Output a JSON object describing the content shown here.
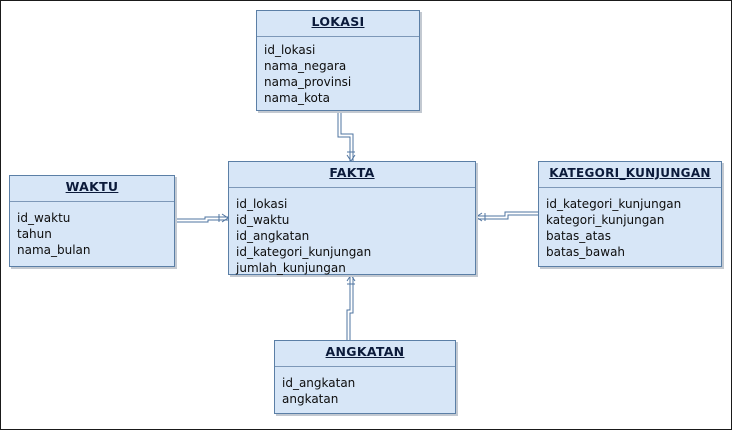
{
  "entities": {
    "lokasi": {
      "title": "LOKASI",
      "fields": [
        "id_lokasi",
        "nama_negara",
        "nama_provinsi",
        "nama_kota"
      ]
    },
    "fakta": {
      "title": "FAKTA",
      "fields": [
        "id_lokasi",
        "id_waktu",
        "id_angkatan",
        "id_kategori_kunjungan",
        "jumlah_kunjungan"
      ]
    },
    "waktu": {
      "title": "WAKTU",
      "fields": [
        "id_waktu",
        "tahun",
        "nama_bulan"
      ]
    },
    "kategori": {
      "title": "KATEGORI_KUNJUNGAN",
      "fields": [
        "id_kategori_kunjungan",
        "kategori_kunjungan",
        "batas_atas",
        "batas_bawah"
      ]
    },
    "angkatan": {
      "title": "ANGKATAN",
      "fields": [
        "id_angkatan",
        "angkatan"
      ]
    }
  },
  "relationships": [
    {
      "from": "lokasi",
      "to": "fakta",
      "cardinality": "one-to-many"
    },
    {
      "from": "waktu",
      "to": "fakta",
      "cardinality": "one-to-many"
    },
    {
      "from": "kategori",
      "to": "fakta",
      "cardinality": "one-to-many"
    },
    {
      "from": "angkatan",
      "to": "fakta",
      "cardinality": "one-to-many"
    }
  ],
  "colors": {
    "entity_fill": "#d7e6f7",
    "entity_border": "#5b7fa6",
    "connector": "#4f74a0"
  }
}
